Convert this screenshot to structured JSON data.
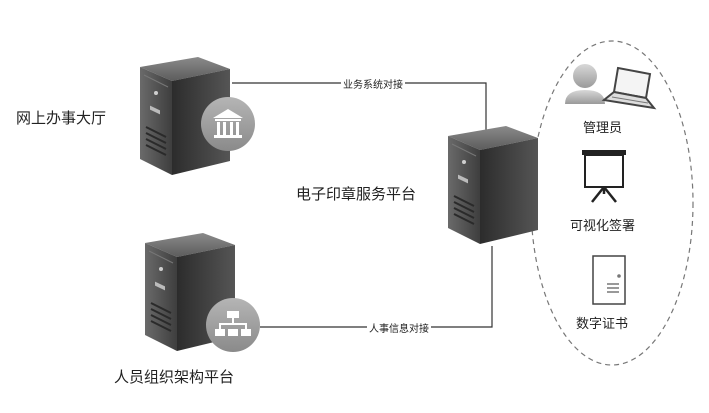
{
  "nodes": {
    "online_hall": "网上办事大厅",
    "e_seal_platform": "电子印章服务平台",
    "org_platform": "人员组织架构平台"
  },
  "connections": {
    "business_docking": "业务系统对接",
    "hr_docking": "人事信息对接"
  },
  "group": {
    "admin": "管理员",
    "visual_sign": "可视化签署",
    "digital_cert": "数字证书"
  },
  "icons": {
    "server": "server-icon",
    "bank": "bank-icon",
    "organization": "org-chart-icon",
    "person": "person-icon",
    "laptop": "laptop-icon",
    "projector_screen": "projector-screen-icon",
    "certificate": "certificate-icon"
  },
  "colors": {
    "server_dark": "#3a3a3a",
    "badge_gray": "#9a9a9a",
    "line": "#333333"
  }
}
